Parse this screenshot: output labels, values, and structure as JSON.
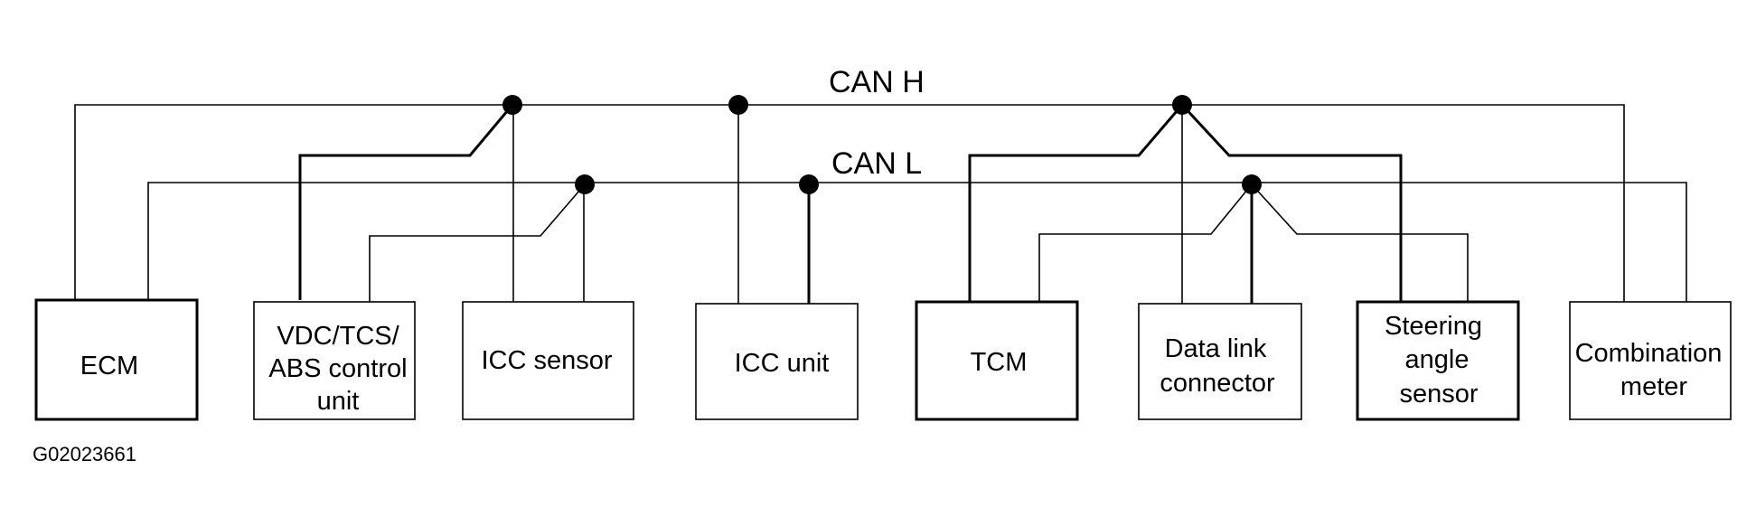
{
  "bus": {
    "can_h_label": "CAN H",
    "can_l_label": "CAN L"
  },
  "units": [
    {
      "id": "ecm",
      "lines": [
        "ECM"
      ]
    },
    {
      "id": "vdc",
      "lines": [
        "VDC/TCS/",
        "ABS control",
        "unit"
      ]
    },
    {
      "id": "icc-sensor",
      "lines": [
        "ICC sensor"
      ]
    },
    {
      "id": "icc-unit",
      "lines": [
        "ICC unit"
      ]
    },
    {
      "id": "tcm",
      "lines": [
        "TCM"
      ]
    },
    {
      "id": "dlc",
      "lines": [
        "Data link",
        "connector"
      ]
    },
    {
      "id": "steering",
      "lines": [
        "Steering",
        "angle",
        "sensor"
      ]
    },
    {
      "id": "meter",
      "lines": [
        "Combination",
        "meter"
      ]
    }
  ],
  "figure_id": "G02023661",
  "colors": {
    "line": "#000000",
    "background": "#ffffff"
  }
}
